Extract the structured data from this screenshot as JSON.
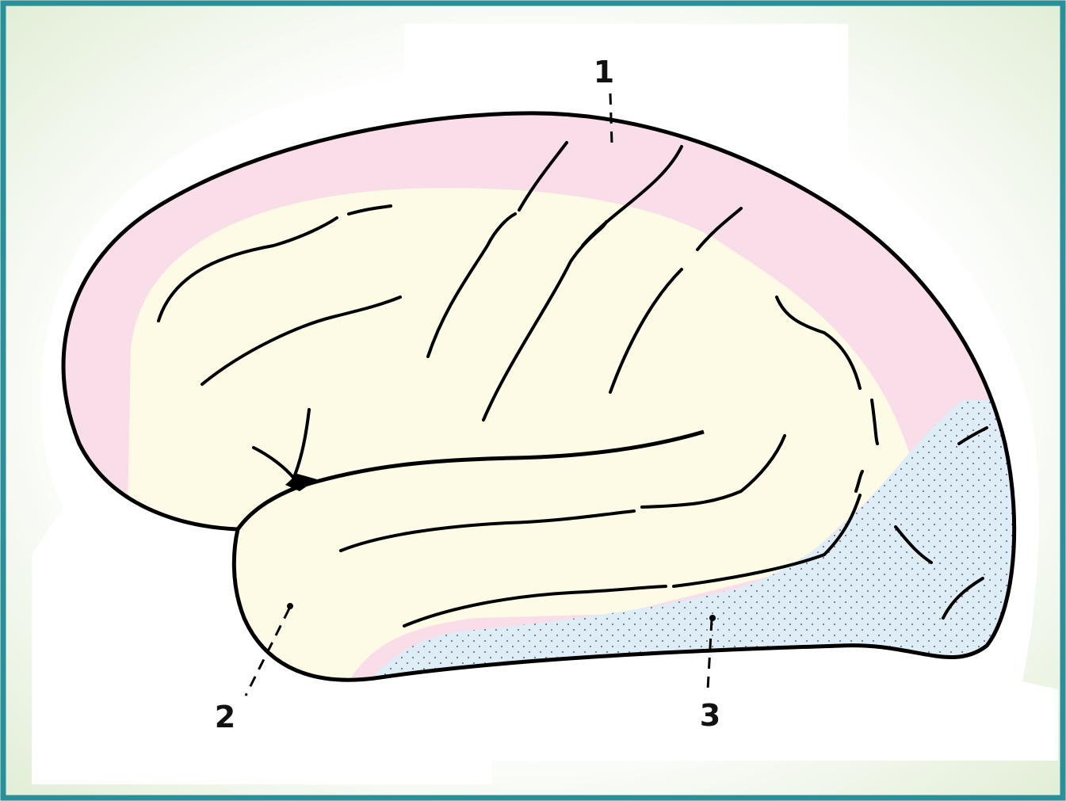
{
  "figure": {
    "colors": {
      "frame_border": "#2a8f98",
      "background_tint": "#dcebcf",
      "outline": "#000000",
      "region_1_fill": "#f9dde8",
      "region_2_fill": "#fdfbe6",
      "region_3_fill": "#dfedf6",
      "stipple": "#6e7c8a"
    },
    "labels": [
      {
        "id": "region-1",
        "text": "1"
      },
      {
        "id": "region-2",
        "text": "2"
      },
      {
        "id": "region-3",
        "text": "3"
      }
    ]
  }
}
